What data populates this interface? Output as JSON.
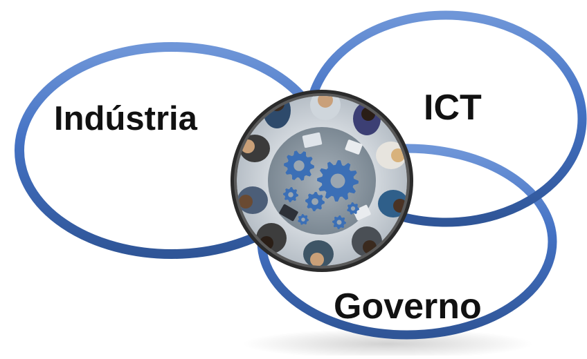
{
  "diagram": {
    "labels": {
      "industria": "Indústria",
      "ict": "ICT",
      "governo": "Governo"
    },
    "center_image": "team-meeting-gears-photo",
    "colors": {
      "ring": "#4472c4",
      "ring_dark": "#2f5597",
      "ring_light": "#6f96d8",
      "gear": "#3b6fb6",
      "table": "#8c98a3",
      "frame": "#2b2b2b",
      "label": "#111111"
    }
  }
}
